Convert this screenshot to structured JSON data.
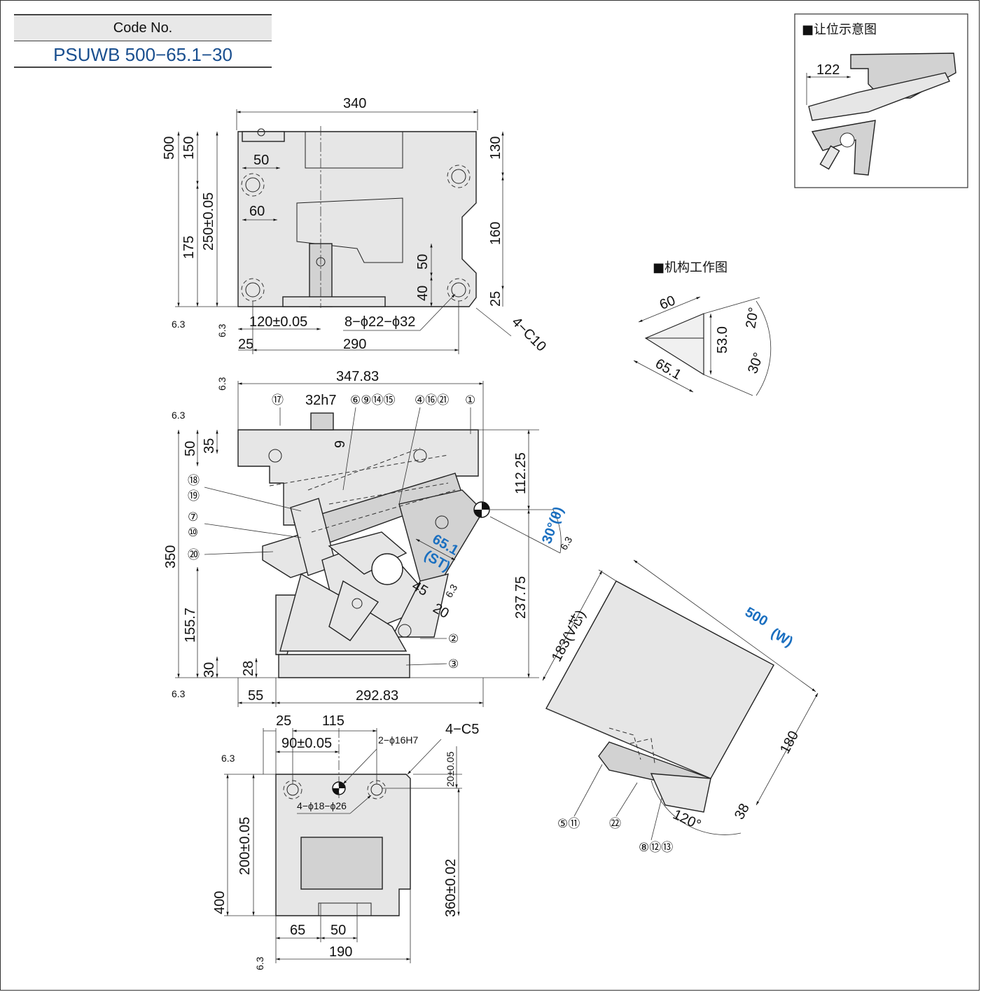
{
  "code": {
    "header": "Code No.",
    "value": "PSUWB 500−65.1−30"
  },
  "inset_relief": {
    "title": "■让位示意图",
    "dim": "122"
  },
  "inset_mechanism": {
    "title": "■机构工作图",
    "d1": "60",
    "d2": "53.0",
    "d3": "65.1",
    "a1": "20°",
    "a2": "30°"
  },
  "top_view": {
    "w340": "340",
    "h500": "500",
    "h150": "150",
    "h175": "175",
    "h250": "250±0.05",
    "d50": "50",
    "d60": "60",
    "d130": "130",
    "d160": "160",
    "d50b": "50",
    "d40": "40",
    "d25": "25",
    "d120": "120±0.05",
    "holes": "8−ϕ22−ϕ32",
    "chamfer": "4−C10",
    "d25b": "25",
    "d290": "290"
  },
  "side_view": {
    "w": "347.83",
    "key": "32h7",
    "d9": "9",
    "h50": "50",
    "h35": "35",
    "h350": "350",
    "h155": "155.7",
    "h30": "30",
    "h28": "28",
    "h112": "112.25",
    "h237": "237.75",
    "angle": "30°(θ)",
    "st": "65.1",
    "st_label": "(ST)",
    "d45": "45",
    "d20": "20",
    "w55": "55",
    "w292": "292.83",
    "rough": "6.3",
    "labels": {
      "l17": "⑰",
      "l6": "⑥⑨⑭⑮",
      "l4": "④⑯㉑",
      "l1": "①",
      "l18": "⑱",
      "l19": "⑲",
      "l7": "⑦",
      "l10": "⑩",
      "l20": "⑳",
      "l2": "②",
      "l3": "③"
    }
  },
  "bottom_view": {
    "d25": "25",
    "d115": "115",
    "d90": "90±0.05",
    "holes2": "2−ϕ16H7",
    "chamfer": "4−C5",
    "holes4": "4−ϕ18−ϕ26",
    "d20": "20±0.05",
    "h200": "200±0.05",
    "h400": "400",
    "h360": "360±0.02",
    "d65": "65",
    "d50": "50",
    "d190": "190"
  },
  "rotated_view": {
    "w500": "500",
    "w_label": "(W)",
    "h183": "183(V芯)",
    "h180": "180",
    "d38": "38",
    "a120": "120°",
    "l5": "⑤⑪",
    "l22": "㉒",
    "l8": "⑧⑫⑬"
  }
}
